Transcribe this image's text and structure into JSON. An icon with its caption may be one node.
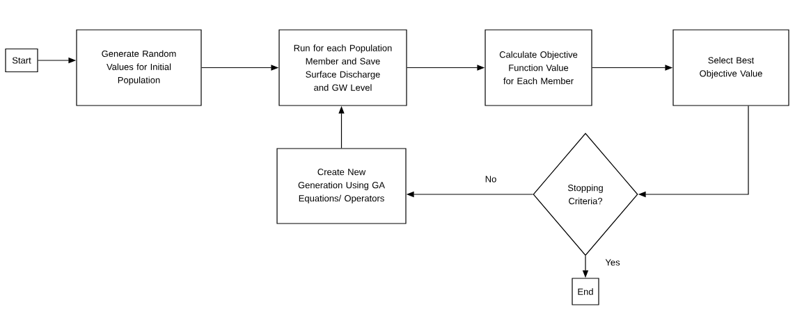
{
  "diagram": {
    "nodes": [
      {
        "text": [
          "Start"
        ]
      },
      {
        "text": [
          "Generate Random Values for Initial Population"
        ]
      },
      {
        "text": [
          "Run for each Population Member and Save Surface Discharge and GW Level"
        ]
      },
      {
        "text": [
          "Calculate Objective Function Value for Each Member"
        ]
      },
      {
        "text": [
          "Select Best Objective Value"
        ]
      },
      {
        "text": [
          "Stopping Criteria?"
        ]
      },
      {
        "text": [
          "Create New Generation Using GA Equations/ Operators"
        ]
      },
      {
        "text": [
          "End"
        ]
      }
    ],
    "edges": [
      {
        "from": 0,
        "to": 1,
        "arrow": "to"
      },
      {
        "from": 1,
        "to": 2,
        "arrow": "to"
      },
      {
        "from": 2,
        "to": 3,
        "arrow": "to"
      },
      {
        "from": 3,
        "to": 4,
        "arrow": "to"
      },
      {
        "from": 4,
        "to": 5,
        "arrow": "to"
      },
      {
        "from": 5,
        "to": 6,
        "arrow": "to",
        "label": "No"
      },
      {
        "from": 6,
        "to": 2,
        "arrow": "to"
      },
      {
        "from": 5,
        "to": 7,
        "arrow": "to",
        "label": "Yes"
      }
    ]
  }
}
